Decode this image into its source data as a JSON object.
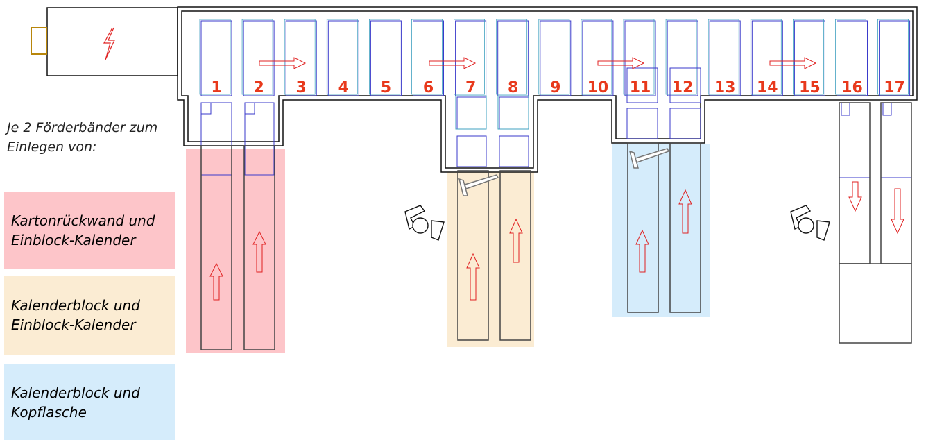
{
  "intro_text": "Je 2 Förderbänder zum Einlegen von:",
  "stations": [
    "1",
    "2",
    "3",
    "4",
    "5",
    "6",
    "7",
    "8",
    "9",
    "10",
    "11",
    "12",
    "13",
    "14",
    "15",
    "16",
    "17"
  ],
  "legend": [
    {
      "label": "Kartonrückwand und Einblock-Kalender",
      "color": "#fdc5c9"
    },
    {
      "label": "Kalenderblock und Einblock-Kalender",
      "color": "#fbecd3"
    },
    {
      "label": "Kalenderblock und Kopflasche",
      "color": "#d5ecfb"
    }
  ],
  "colors": {
    "station_number": "#e8391c",
    "arrow": "#e02020",
    "box_outline": "#3a3acb",
    "machine_outline": "#111111",
    "power_symbol": "#e02020",
    "connector": "#b8860b"
  },
  "icons": {
    "power": "lightning-icon",
    "operator": "operator-icon"
  }
}
